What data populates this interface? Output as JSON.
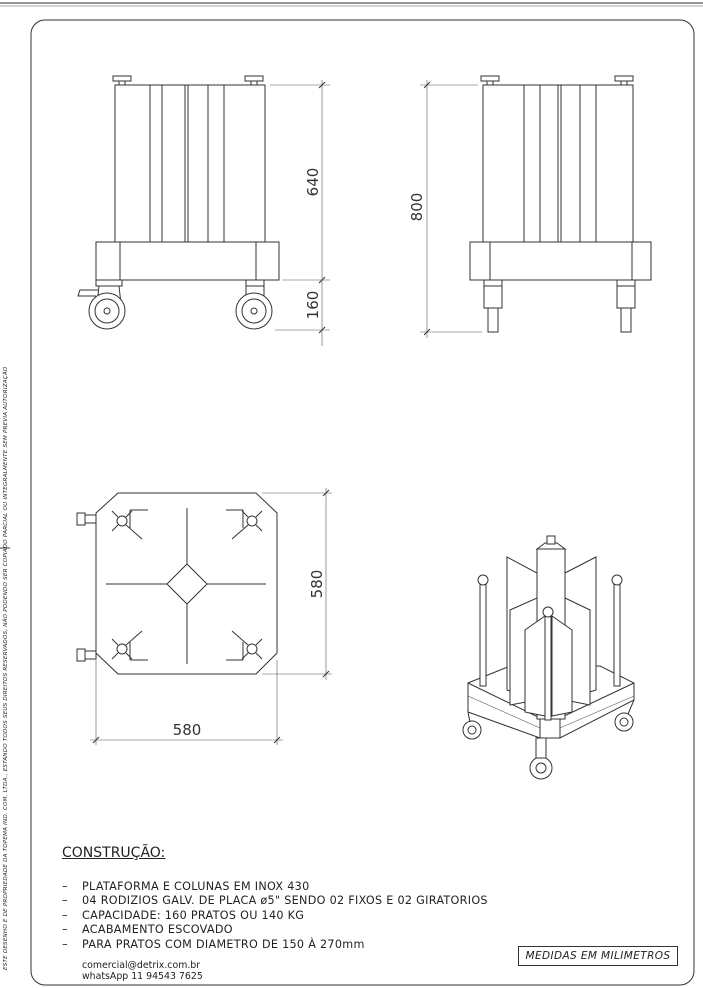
{
  "side_note": "ESTE DESENHO E DE PROPRIEDADE DA TOPEMA IND. COM. LTDA., ESTANDO TODOS SEUS DIREITOS RESERVADOS, NÃO PODENDO SER COPIADO PARCIAL OU INTEGRALMENTE SEM PREVIA AUTORIZAÇÃO",
  "dimensions": {
    "front_upper": "640",
    "front_lower": "160",
    "side_total": "800",
    "top_height": "580",
    "top_width": "580"
  },
  "construction": {
    "title": "CONSTRUÇÃO:",
    "items": [
      "PLATAFORMA E COLUNAS EM INOX 430",
      "04 RODIZIOS GALV. DE PLACA ø5\" SENDO 02 FIXOS E 02 GIRATORIOS",
      "CAPACIDADE: 160 PRATOS OU 140 KG",
      "ACABAMENTO   ESCOVADO",
      "PARA PRATOS COM DIAMETRO DE 150 À 270mm"
    ]
  },
  "contact": {
    "email": "comercial@detrix.com.br",
    "whatsapp": "whatsApp 11 94543 7625"
  },
  "units_label": "MEDIDAS EM MILIMETROS"
}
